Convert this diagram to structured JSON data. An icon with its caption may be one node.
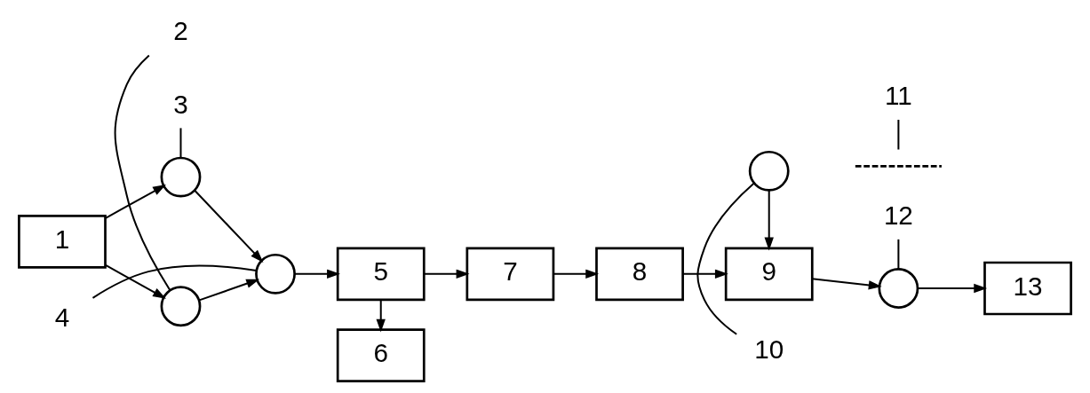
{
  "diagram": {
    "nodes": [
      {
        "text": [
          "1"
        ]
      },
      {
        "text": [
          "2"
        ]
      },
      {
        "text": [],
        "shape": "circle"
      },
      {
        "text": [],
        "shape": "circle"
      },
      {
        "text": [
          "3"
        ]
      },
      {
        "text": [
          "4"
        ]
      },
      {
        "text": [],
        "shape": "circle"
      },
      {
        "text": [
          "5"
        ]
      },
      {
        "text": [
          "6"
        ]
      },
      {
        "text": [
          "7"
        ]
      },
      {
        "text": [
          "8"
        ]
      },
      {
        "text": [
          "9"
        ]
      },
      {
        "text": [
          "12"
        ]
      },
      {
        "text": [],
        "shape": "circle"
      },
      {
        "text": [
          "13"
        ]
      },
      {
        "text": [],
        "shape": "circle"
      },
      {
        "text": [
          "10"
        ]
      },
      {
        "text": [],
        "shape": "wave"
      },
      {
        "text": [
          "11"
        ]
      }
    ],
    "edges": [
      {
        "from": 0,
        "to": 2,
        "arrow": "to"
      },
      {
        "from": 0,
        "to": 3,
        "arrow": "to"
      },
      {
        "from": 2,
        "to": 6,
        "arrow": "to"
      },
      {
        "from": 3,
        "to": 6,
        "arrow": "to"
      },
      {
        "from": 6,
        "to": 7,
        "arrow": "to"
      },
      {
        "from": 7,
        "to": 8,
        "arrow": "to"
      },
      {
        "from": 7,
        "to": 9,
        "arrow": "to"
      },
      {
        "from": 9,
        "to": 10,
        "arrow": "to"
      },
      {
        "from": 10,
        "to": 11,
        "arrow": "to"
      },
      {
        "from": 15,
        "to": 11,
        "arrow": "to"
      },
      {
        "from": 11,
        "to": 13,
        "arrow": "to"
      },
      {
        "from": 13,
        "to": 14,
        "arrow": "to"
      },
      {
        "from": 1,
        "to": 2,
        "arrow": "none"
      },
      {
        "from": 4,
        "to": 3,
        "arrow": "none"
      },
      {
        "from": 5,
        "to": 6,
        "arrow": "none"
      },
      {
        "from": 12,
        "to": 13,
        "arrow": "none"
      },
      {
        "from": 16,
        "to": 15,
        "arrow": "none"
      },
      {
        "from": 18,
        "to": 17,
        "arrow": "none"
      }
    ]
  }
}
